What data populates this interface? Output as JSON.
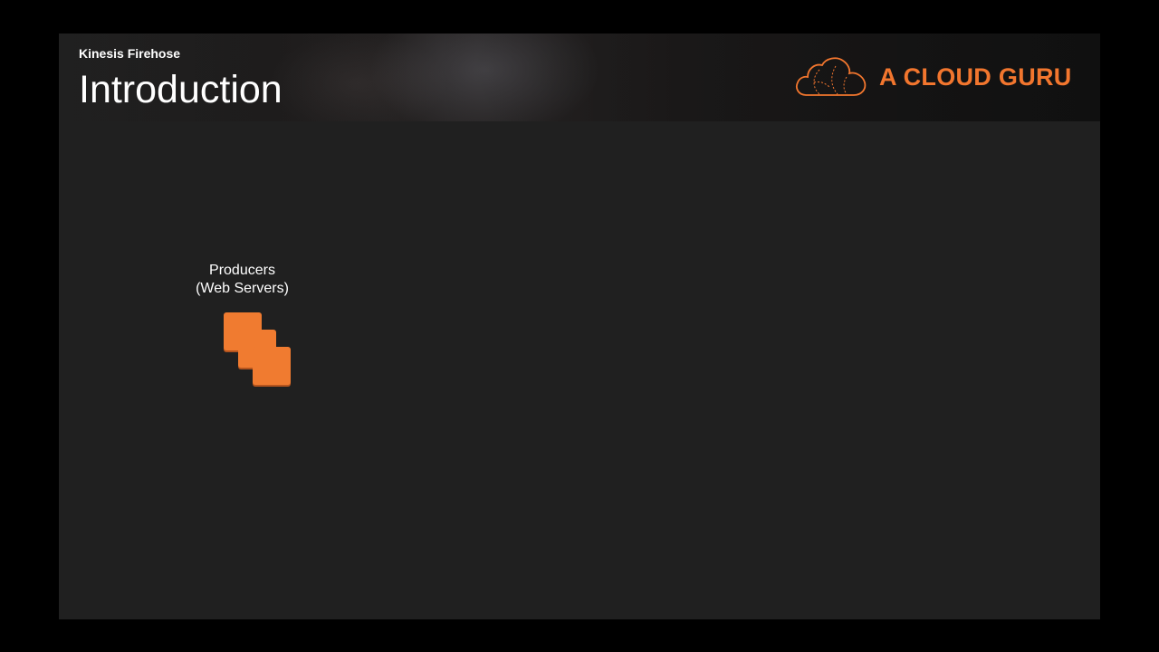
{
  "header": {
    "subtitle": "Kinesis Firehose",
    "title": "Introduction"
  },
  "logo": {
    "text": "A CLOUD GURU",
    "icon": "cloud-icon",
    "color": "#f2762e"
  },
  "diagram": {
    "producers": {
      "label_line1": "Producers",
      "label_line2": "(Web Servers)",
      "icon": "ec2-instances-icon",
      "color": "#f07b30"
    }
  }
}
